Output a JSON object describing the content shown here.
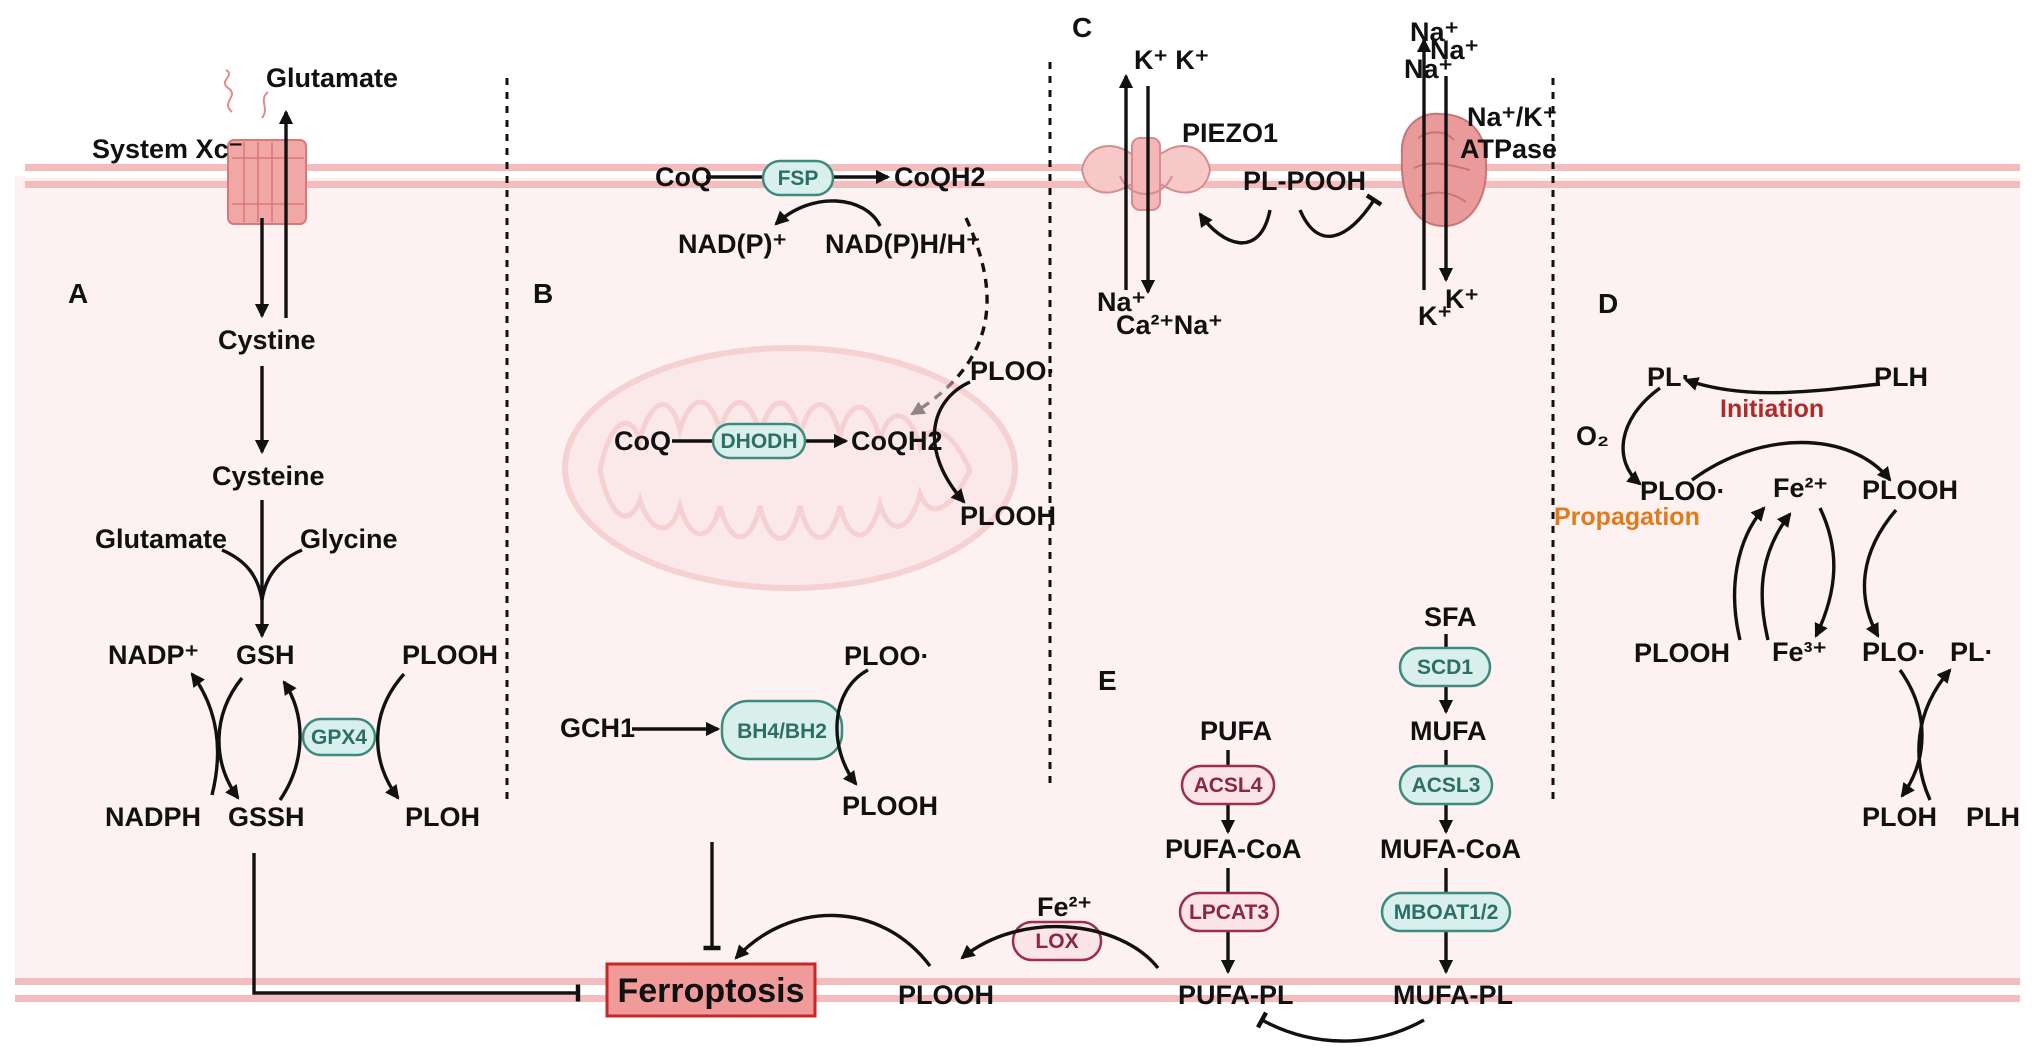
{
  "sections": {
    "a": "A",
    "b": "B",
    "c": "C",
    "d": "D",
    "e": "E"
  },
  "panel_a": {
    "glutamate_out": "Glutamate",
    "system_xc": "System Xc⁻",
    "cystine": "Cystine",
    "cysteine": "Cysteine",
    "glutamate": "Glutamate",
    "glycine": "Glycine",
    "gsh": "GSH",
    "gssh": "GSSH",
    "nadp": "NADP⁺",
    "nadph": "NADPH",
    "gpx4": "GPX4",
    "plooh": "PLOOH",
    "ploh": "PLOH"
  },
  "panel_b": {
    "coq": "CoQ",
    "fsp": "FSP",
    "coqh2": "CoQH2",
    "nadp_plus": "NAD(P)⁺",
    "nadph_h": "NAD(P)H/H⁺",
    "mito_coq": "CoQ",
    "dhodh": "DHODH",
    "mito_coqh2": "CoQH2",
    "ploo_radical": "PLOO·",
    "plooh": "PLOOH",
    "gch1": "GCH1",
    "bh4": "BH4/BH2",
    "ploo_radical_2": "PLOO·",
    "plooh_2": "PLOOH"
  },
  "panel_c": {
    "k_top": "K⁺ K⁺",
    "piezo1": "PIEZO1",
    "na_bottom": "Na⁺",
    "ca_na": "Ca²⁺Na⁺",
    "pl_pooh": "PL-POOH",
    "na_top_1": "Na⁺",
    "na_top_2": "Na⁺",
    "na_top_3": "Na⁺",
    "atpase_line1": "Na⁺/K⁺",
    "atpase_line2": "ATPase",
    "k_bottom_1": "K⁺",
    "k_bottom_2": "K⁺"
  },
  "panel_d": {
    "pl_radical": "PL·",
    "plh": "PLH",
    "initiation": "Initiation",
    "o2": "O₂",
    "ploo_radical": "PLOO·",
    "propagation": "Propagation",
    "fe2": "Fe²⁺",
    "plooh_right": "PLOOH",
    "plooh_left": "PLOOH",
    "fe3": "Fe³⁺",
    "plo_radical": "PLO·",
    "pl_radical_2": "PL·",
    "ploh": "PLOH",
    "plh_2": "PLH"
  },
  "panel_e": {
    "sfa": "SFA",
    "scd1": "SCD1",
    "pufa": "PUFA",
    "mufa": "MUFA",
    "acsl4": "ACSL4",
    "acsl3": "ACSL3",
    "pufa_coa": "PUFA-CoA",
    "mufa_coa": "MUFA-CoA",
    "lpcat3": "LPCAT3",
    "mboat": "MBOAT1/2",
    "pufa_pl": "PUFA-PL",
    "mufa_pl": "MUFA-PL"
  },
  "bottom": {
    "ferroptosis": "Ferroptosis",
    "fe2": "Fe²⁺",
    "lox": "LOX",
    "plooh": "PLOOH"
  },
  "colors": {
    "membrane": "#f4bcbc",
    "cytoplasm": "#fdf1f2",
    "enzyme_green_fill": "#d9efec",
    "enzyme_green_stroke": "#3d8a7e",
    "enzyme_red_fill": "#fbe4ea",
    "enzyme_red_stroke": "#9b2f4d",
    "ferroptosis_fill": "#f09a9a",
    "ferroptosis_stroke": "#c62828",
    "initiation": "#b02a2a",
    "propagation": "#e07b1c"
  },
  "icons": [
    "system-xc-transporter",
    "mitochondrion",
    "piezo1-channel",
    "na-k-atpase-pump"
  ]
}
